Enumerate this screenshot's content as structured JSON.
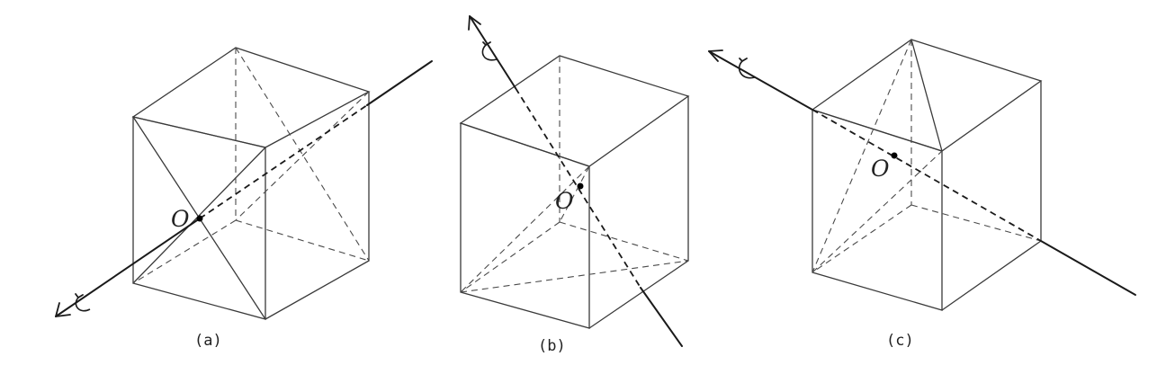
{
  "figure": {
    "panels": [
      {
        "caption": "(a)",
        "center_label": "O"
      },
      {
        "caption": "(b)",
        "center_label": "O"
      },
      {
        "caption": "(c)",
        "center_label": "O"
      }
    ]
  }
}
